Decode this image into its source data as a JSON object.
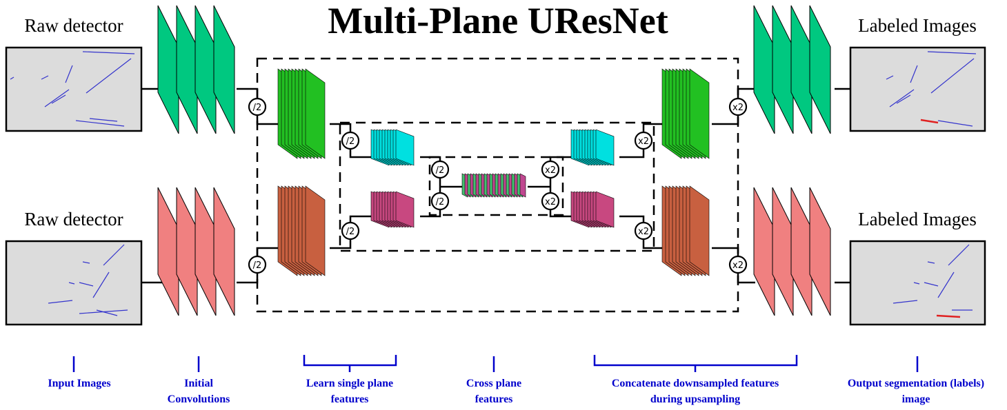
{
  "title": "Multi-Plane UResNet",
  "inputs": [
    {
      "label": "Raw detector"
    },
    {
      "label": "Raw detector"
    }
  ],
  "outputs": [
    {
      "label": "Labeled Images"
    },
    {
      "label": "Labeled Images"
    }
  ],
  "ops": {
    "down": "/2",
    "up": "x2"
  },
  "captions": {
    "input": [
      "Input Images"
    ],
    "conv": [
      "Initial",
      "Convolutions"
    ],
    "single": [
      "Learn single plane",
      "features"
    ],
    "cross": [
      "Cross plane",
      "features"
    ],
    "concat": [
      "Concatenate downsampled features",
      "during upsampling"
    ],
    "output": [
      "Output segmentation (labels)",
      "image"
    ]
  },
  "colors": {
    "plane1_conv": "#00c880",
    "plane2_conv": "#f08080",
    "plane1_l1": "#22c022",
    "plane2_l1": "#c86040",
    "plane1_l2": "#00e0e0",
    "plane2_l2": "#c84880",
    "cross_a": "#44c070",
    "cross_b": "#c04890",
    "caption": "#0000cc",
    "track": "#3333cc",
    "label_hit": "#e02020",
    "panel_bg": "#dcdcdc"
  }
}
